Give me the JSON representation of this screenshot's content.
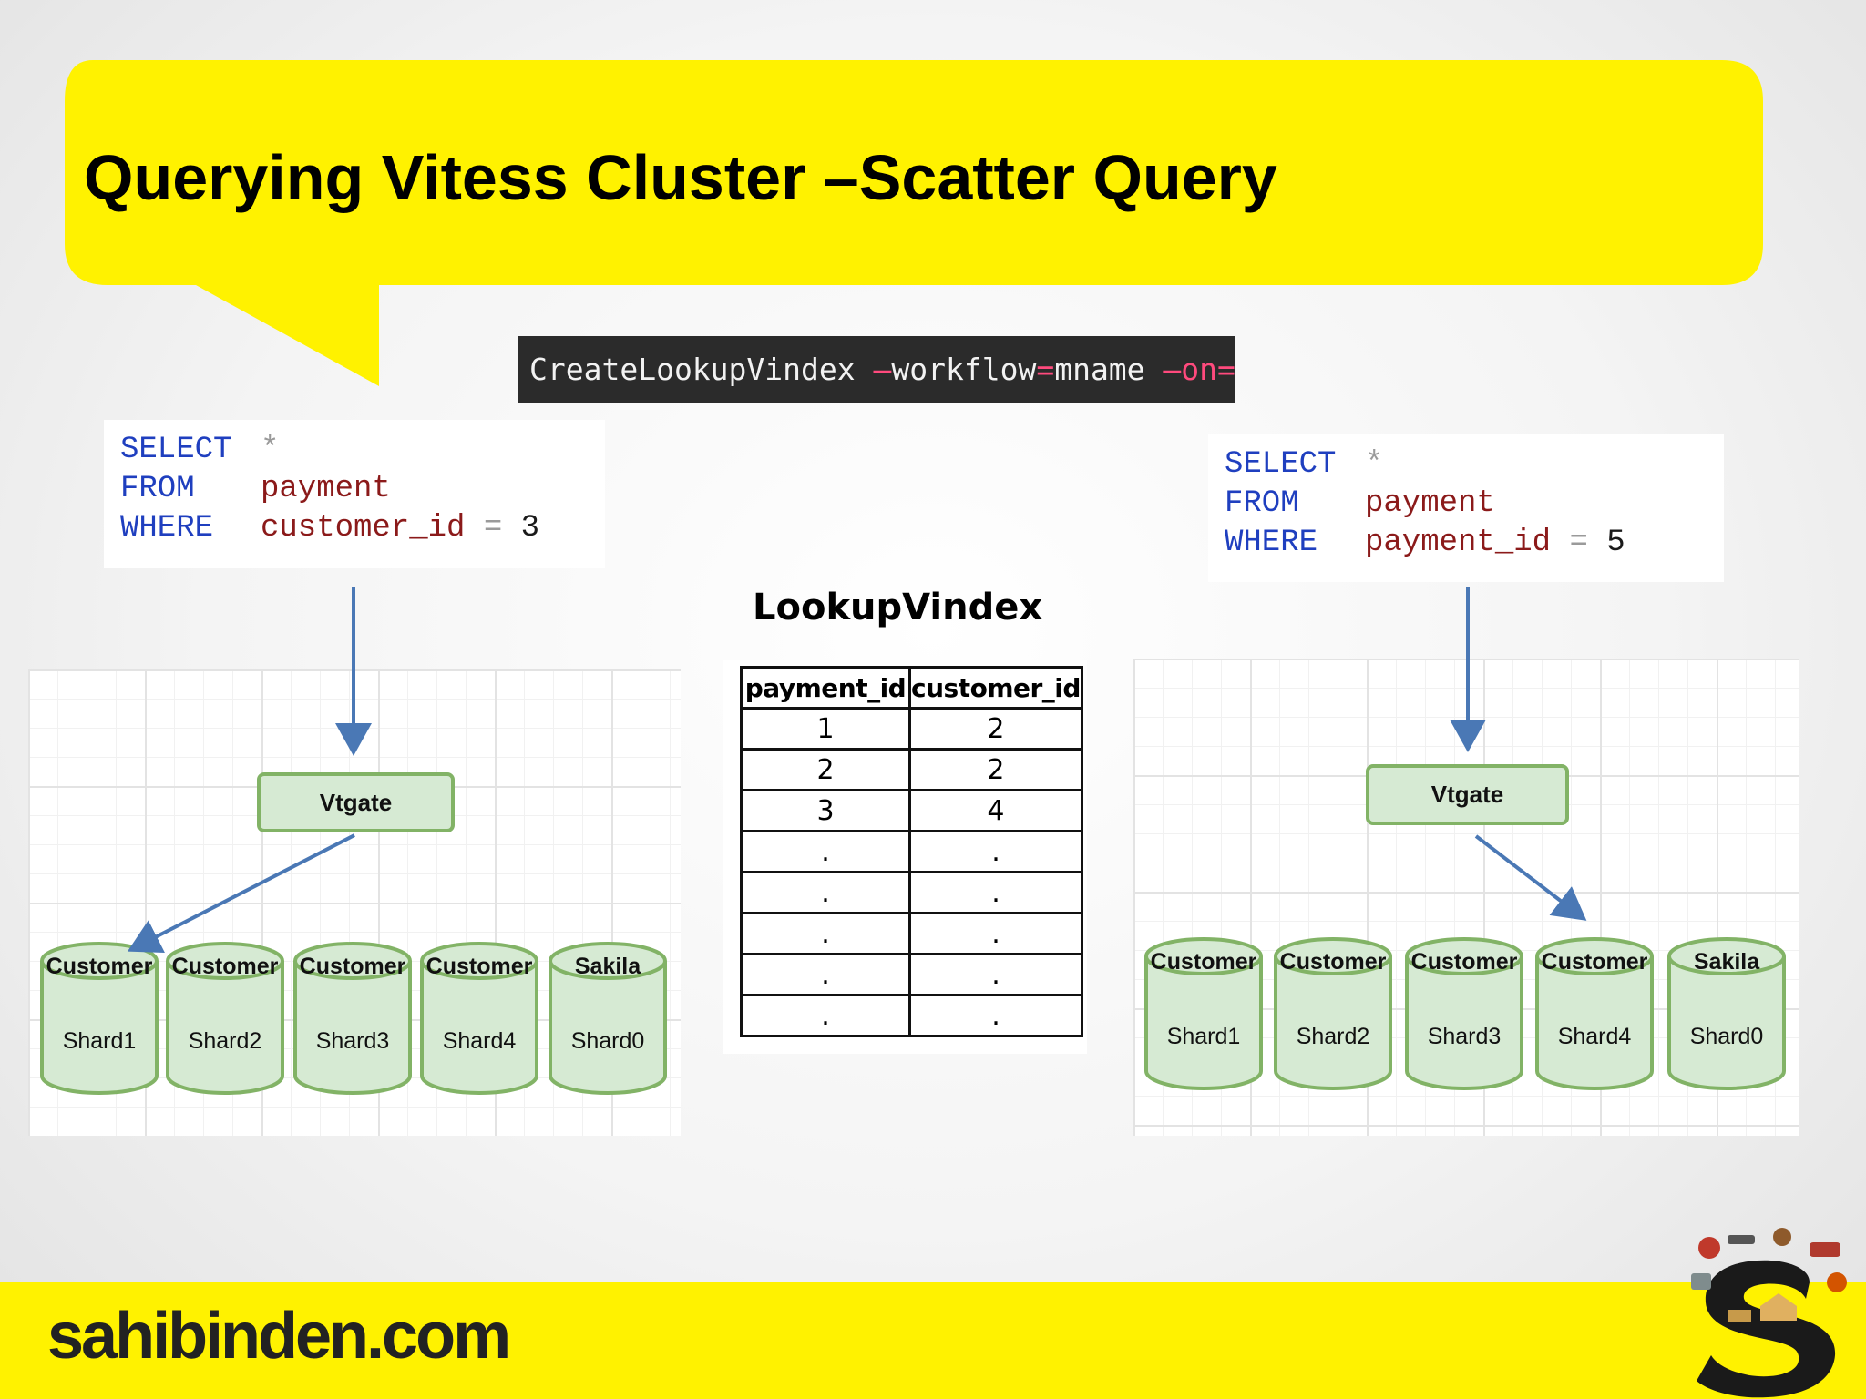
{
  "title": "Querying Vitess Cluster –Scatter Query",
  "command": {
    "segments": [
      {
        "text": "CreateLookupVindex ",
        "style": "w"
      },
      {
        "text": "–",
        "style": "p"
      },
      {
        "text": "workflow",
        "style": "w"
      },
      {
        "text": "=",
        "style": "p"
      },
      {
        "text": "mname ",
        "style": "w"
      },
      {
        "text": "–on=",
        "style": "p"
      }
    ]
  },
  "left_query": {
    "select_kw": "SELECT",
    "select_val": "*",
    "from_kw": "FROM",
    "from_val": "payment",
    "where_kw": "WHERE",
    "where_col": "customer_id",
    "where_op": "=",
    "where_val": "3"
  },
  "right_query": {
    "select_kw": "SELECT",
    "select_val": "*",
    "from_kw": "FROM",
    "from_val": "payment",
    "where_kw": "WHERE",
    "where_col": "payment_id",
    "where_op": "=",
    "where_val": "5"
  },
  "lookup": {
    "title": "LookupVindex",
    "headers": [
      "payment_id",
      "customer_id"
    ],
    "rows": [
      [
        "1",
        "2"
      ],
      [
        "2",
        "2"
      ],
      [
        "3",
        "4"
      ],
      [
        ".",
        "."
      ],
      [
        ".",
        "."
      ],
      [
        ".",
        "."
      ],
      [
        ".",
        "."
      ],
      [
        ".",
        "."
      ]
    ]
  },
  "left_diagram": {
    "vtgate_label": "Vtgate",
    "shards": [
      {
        "top": "Customer",
        "bottom": "Shard1"
      },
      {
        "top": "Customer",
        "bottom": "Shard2"
      },
      {
        "top": "Customer",
        "bottom": "Shard3"
      },
      {
        "top": "Customer",
        "bottom": "Shard4"
      },
      {
        "top": "Sakila",
        "bottom": "Shard0"
      }
    ]
  },
  "right_diagram": {
    "vtgate_label": "Vtgate",
    "shards": [
      {
        "top": "Customer",
        "bottom": "Shard1"
      },
      {
        "top": "Customer",
        "bottom": "Shard2"
      },
      {
        "top": "Customer",
        "bottom": "Shard3"
      },
      {
        "top": "Customer",
        "bottom": "Shard4"
      },
      {
        "top": "Sakila",
        "bottom": "Shard0"
      }
    ]
  },
  "footer": {
    "logo_text": "sahibinden.com"
  },
  "colors": {
    "title_yellow": "#fff200",
    "footer_yellow": "#fff200",
    "node_fill": "#d6ead3",
    "node_stroke": "#82b366",
    "arrow": "#4a78b5",
    "sql_keyword": "#1f3fbf",
    "sql_text": "#8b1a1a"
  },
  "icons": {
    "brand_mark": "sahibinden-s-mascot-icon"
  }
}
